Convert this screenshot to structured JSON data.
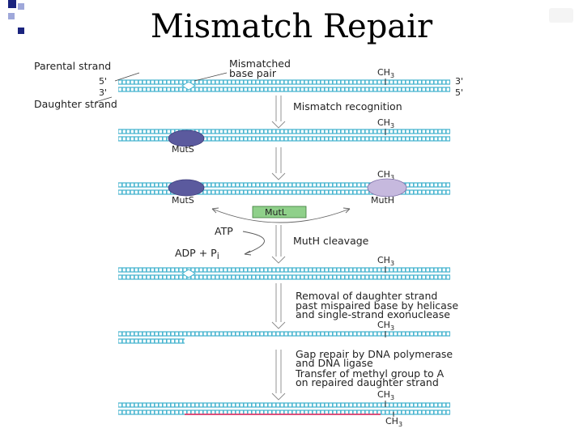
{
  "title": "Mismatch Repair",
  "labels": {
    "parental_strand": "Parental strand",
    "daughter_strand": "Daughter strand",
    "five_prime_left": "5'",
    "three_prime_left": "3'",
    "three_prime_right": "3'",
    "five_prime_right": "5'",
    "mismatched_line1": "Mismatched",
    "mismatched_line2": "base pair",
    "ch3": "CH",
    "ch3_sub": "3",
    "muts": "MutS",
    "muth": "MutH",
    "mutl": "MutL",
    "atp": "ATP",
    "adp": "ADP + P",
    "adp_sub": "i"
  },
  "steps": {
    "recognition": "Mismatch recognition",
    "cleavage": "MutH cleavage",
    "removal_line1": "Removal of daughter strand",
    "removal_line2": "past mispaired base by helicase",
    "removal_line3": "and single-strand exonuclease",
    "gap_line1": "Gap repair by DNA polymerase",
    "gap_line2": "and DNA ligase",
    "transfer_line1": "Transfer of methyl group to A",
    "transfer_line2": "on repaired daughter strand"
  },
  "colors": {
    "dna": "#46b4cf",
    "muts_fill": "#5b5a9e",
    "muth_fill": "#c6b9de",
    "mutl_fill": "#8fd08a",
    "new_strand": "#e03a6a",
    "arrow": "#888888"
  }
}
